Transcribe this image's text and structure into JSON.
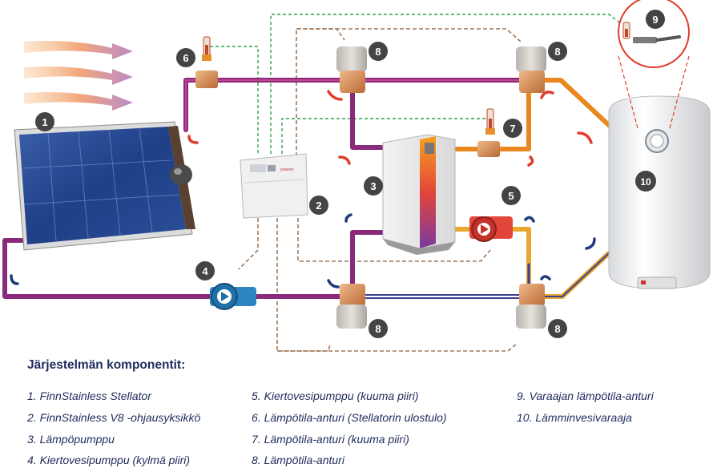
{
  "legend": {
    "title": "Järjestelmän komponentit:",
    "items": [
      "1. FinnStainless Stellator",
      "2. FinnStainless V8 -ohjausyksikkö",
      "3. Lämpöpumppu",
      "4. Kiertovesipumppu (kylmä piiri)",
      "5. Kiertovesipumppu (kuuma piiri)",
      "6. Lämpötila-anturi (Stellatorin ulostulo)",
      "7. Lämpötila-anturi (kuuma piiri)",
      "8. Lämpötila-anturi",
      "9. Varaajan lämpötila-anturi",
      "10. Lämminvesivaraaja"
    ]
  },
  "diagram": {
    "callouts": {
      "n1": "1",
      "n2": "2",
      "n3": "3",
      "n4": "4",
      "n5": "5",
      "n6": "6",
      "n7": "7",
      "n8": "8",
      "n9": "9",
      "n10": "10"
    },
    "controller_brand": "polanet"
  },
  "colors": {
    "text_navy": "#1f2a5c",
    "pipe_hot": "#e8881e",
    "pipe_purple": "#8a2a7a",
    "pipe_cold_blue": "#3a3f8f",
    "sensor_wire_green": "#2fa24a",
    "control_wire_brown": "#a0785a",
    "callout_circle": "#444444",
    "flow_arrow_red": "#e23c2a",
    "flow_arrow_navy": "#1e3a7a"
  }
}
